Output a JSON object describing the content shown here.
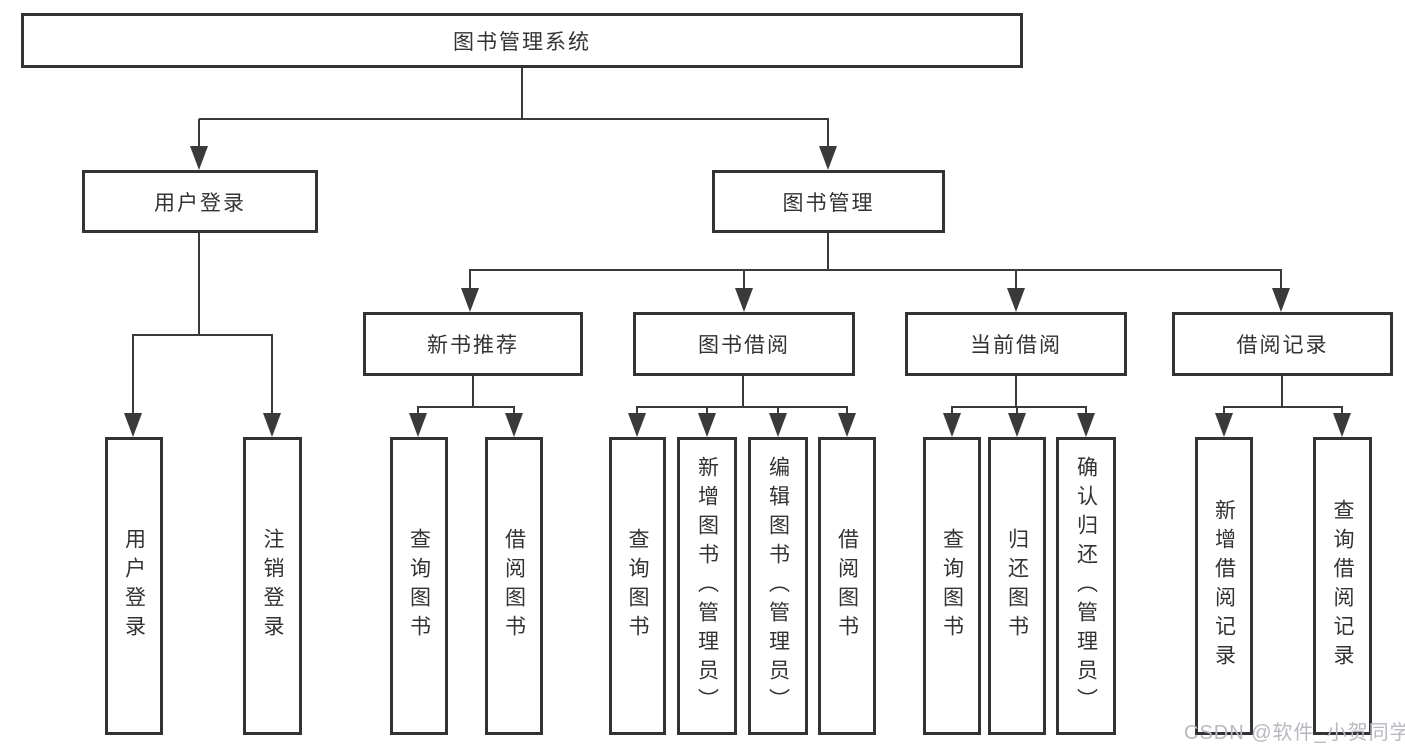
{
  "diagram": {
    "root": {
      "label": "图书管理系统",
      "children": [
        {
          "label": "用户登录",
          "children": [
            {
              "label": "用户登录"
            },
            {
              "label": "注销登录"
            }
          ]
        },
        {
          "label": "图书管理",
          "children": [
            {
              "label": "新书推荐",
              "children": [
                {
                  "label": "查询图书"
                },
                {
                  "label": "借阅图书"
                }
              ]
            },
            {
              "label": "图书借阅",
              "children": [
                {
                  "label": "查询图书"
                },
                {
                  "label": "新增图书（管理员）"
                },
                {
                  "label": "编辑图书（管理员）"
                },
                {
                  "label": "借阅图书"
                }
              ]
            },
            {
              "label": "当前借阅",
              "children": [
                {
                  "label": "查询图书"
                },
                {
                  "label": "归还图书"
                },
                {
                  "label": "确认归还（管理员）"
                }
              ]
            },
            {
              "label": "借阅记录",
              "children": [
                {
                  "label": "新增借阅记录"
                },
                {
                  "label": "查询借阅记录"
                }
              ]
            }
          ]
        }
      ]
    }
  },
  "watermark": {
    "text": "CSDN @软件_小贺同学"
  },
  "colors": {
    "line": "#3a3a3a",
    "box_border": "#333333",
    "box_fill": "#ffffff",
    "text": "#333333",
    "watermark": "#b6b9c0",
    "background": "#ffffff"
  }
}
